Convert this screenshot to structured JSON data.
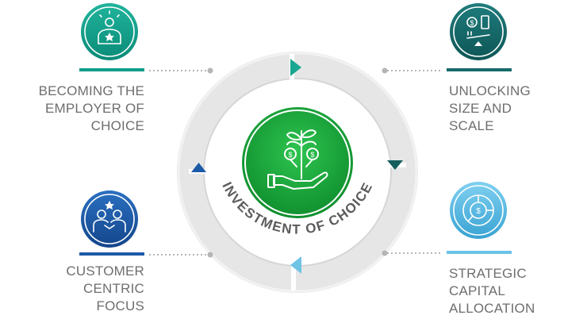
{
  "center": {
    "title": "INVESTMENT OF CHOICE"
  },
  "pillars": [
    {
      "icon": "employee-star-icon",
      "color": "#0f9d8a",
      "lines": [
        "BECOMING THE",
        "EMPLOYER OF",
        "CHOICE"
      ]
    },
    {
      "icon": "money-scale-icon",
      "color": "#176b6b",
      "lines": [
        "UNLOCKING",
        "SIZE AND",
        "SCALE"
      ]
    },
    {
      "icon": "customer-handshake-icon",
      "color": "#1d5aa8",
      "lines": [
        "CUSTOMER",
        "CENTRIC",
        "FOCUS"
      ]
    },
    {
      "icon": "capital-pie-icon",
      "color": "#4fb3dd",
      "lines": [
        "STRATEGIC",
        "CAPITAL",
        "ALLOCATION"
      ]
    }
  ],
  "colors": {
    "center_green": "#17a33b",
    "ring_gray": "#e9e9e9",
    "text_gray": "#6e6e6e"
  }
}
